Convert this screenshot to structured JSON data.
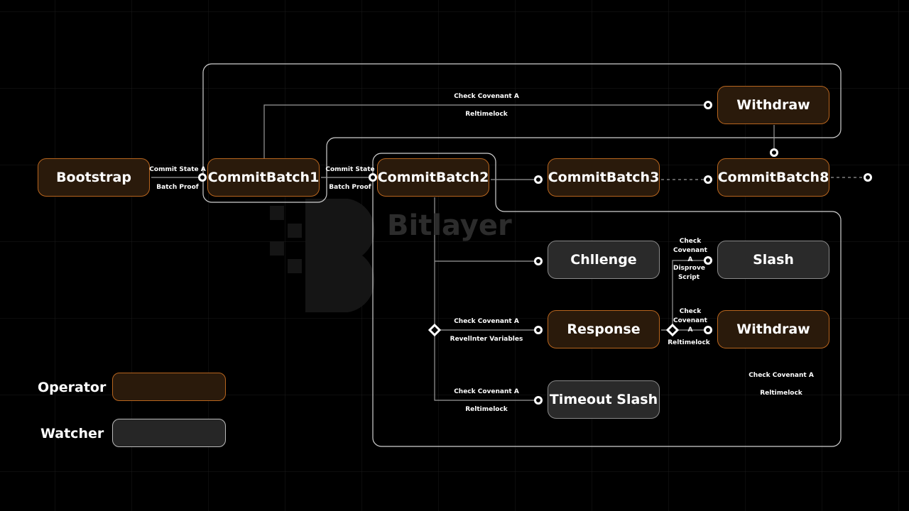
{
  "watermark": "Bitlayer",
  "nodes": {
    "bootstrap": "Bootstrap",
    "commit_batch1": "CommitBatch1",
    "commit_batch2": "CommitBatch2",
    "commit_batch3": "CommitBatch3",
    "commit_batch8": "CommitBatch8",
    "withdraw_top": "Withdraw",
    "challenge": "Chllenge",
    "slash": "Slash",
    "response": "Response",
    "withdraw_bottom": "Withdraw",
    "timeout_slash": "Timeout Slash"
  },
  "labels": {
    "commit_state_a": "Commit State A",
    "batch_proof_1": "Batch Proof",
    "commit_state": "Commit State",
    "batch_proof_2": "Batch Proof",
    "check_covenant_top": "Check Covenant A",
    "reltimelock_top": "Reltimelock",
    "check_covenant_slash": "Check Covenant A",
    "disprove_script": "Disprove Script",
    "check_covenant_response": "Check Covenant A",
    "revel_inter_variables": "Revellnter Variables",
    "check_covenant_withdraw": "Check Covenant A",
    "reltimelock_withdraw": "Reltimelock",
    "check_covenant_timeout": "Check Covenant A",
    "reltimelock_timeout": "Reltimelock",
    "check_covenant_free": "Check Covenant A",
    "reltimelock_free": "Reltimelock"
  },
  "legend": {
    "operator": "Operator",
    "watcher": "Watcher"
  },
  "colors": {
    "operator_fill": "#2a1a0b",
    "operator_border": "#b8651e",
    "watcher_fill": "#2a2a2a",
    "watcher_border": "#8a8a8a"
  }
}
